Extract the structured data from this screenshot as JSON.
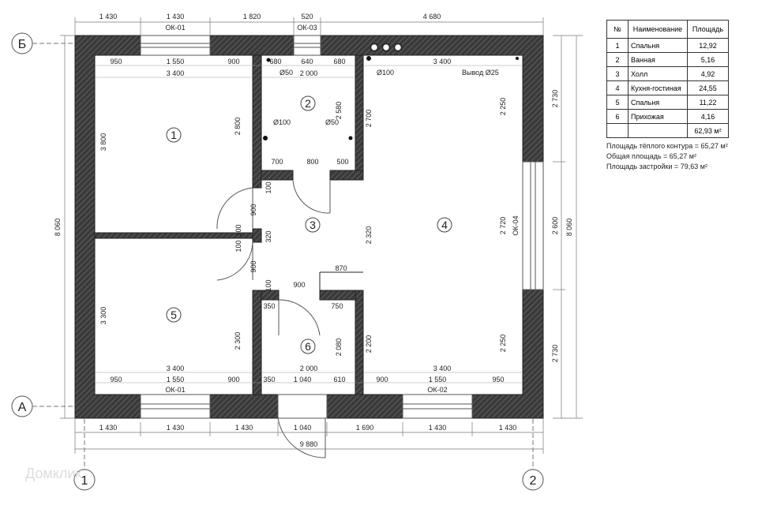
{
  "axes": {
    "row_b": "Б",
    "row_a": "А",
    "col_1": "1",
    "col_2": "2"
  },
  "rooms": [
    {
      "num": "1"
    },
    {
      "num": "2"
    },
    {
      "num": "3"
    },
    {
      "num": "4"
    },
    {
      "num": "5"
    },
    {
      "num": "6"
    }
  ],
  "windows": {
    "ok01_top": "ОК-01",
    "ok03": "ОК-03",
    "ok01_bottom": "ОК-01",
    "ok02": "ОК-02",
    "ok04": "ОК-04"
  },
  "pipes": {
    "d50_a": "Ø50",
    "d100_a": "Ø100",
    "d100_b": "Ø100",
    "d50_b": "Ø50",
    "vyvod": "Вывод Ø25"
  },
  "dims_top_outer": [
    "1 430",
    "1 430",
    "1 820",
    "520",
    "4 680"
  ],
  "dims_top_inner": {
    "left": [
      "950",
      "1 550",
      "900"
    ],
    "mid": [
      "680",
      "640",
      "680"
    ],
    "right": "3 400",
    "room1_w": "3 400",
    "room2_w": "2 000"
  },
  "dims_bottom_inner": {
    "r5_w": "3 400",
    "r6_w": "2 000",
    "r4_w": "3 400",
    "left": [
      "950",
      "1 550",
      "900"
    ],
    "mid": [
      "350",
      "1 040",
      "610"
    ],
    "right": [
      "900",
      "1 550",
      "950"
    ]
  },
  "dims_bottom_outer": [
    "1 430",
    "1 430",
    "1 430",
    "1 040",
    "1 690",
    "1 430",
    "1 430"
  ],
  "dim_total_w": "9 880",
  "dims_left": {
    "total": "8 060",
    "r1": "3 800",
    "r5": "3 300"
  },
  "dims_right": {
    "total": "8 060",
    "top": "2 730",
    "mid": "2 600",
    "bot": "2 730"
  },
  "dims_inner": {
    "r1_h": "2 800",
    "r2_h": "2 580",
    "r2_wall": "2 700",
    "r4_top": "2 250",
    "r4_mid": "2 720",
    "r4_bot": "2 250",
    "hall_h": "2 320",
    "r5_h": "2 300",
    "r6_h": "2 080",
    "r6_wall": "2 200",
    "d700": "700",
    "d800": "800",
    "d500": "500",
    "d870": "870",
    "d900_mid": "900",
    "d350": "350",
    "d750": "750",
    "door1_900": "900",
    "door1_100": "100",
    "door1_100b": "100",
    "door_320": "320",
    "door2_100": "100",
    "door2_900": "900",
    "door3_100": "100"
  },
  "legend": {
    "head": [
      "№",
      "Наименование",
      "Площадь"
    ],
    "rows": [
      [
        "1",
        "Спальня",
        "12,92"
      ],
      [
        "2",
        "Ванная",
        "5,16"
      ],
      [
        "3",
        "Холл",
        "4,92"
      ],
      [
        "4",
        "Кухня-гостиная",
        "24,55"
      ],
      [
        "5",
        "Спальня",
        "11,22"
      ],
      [
        "6",
        "Прихожая",
        "4,16"
      ],
      [
        "",
        "",
        "62,93 м²"
      ]
    ],
    "notes": [
      "Площадь тёплого контура = 65,27 м²",
      "Общая площадь = 65,27 м²",
      "Площадь застройки = 79,63 м²"
    ]
  },
  "watermark": "Домклик"
}
